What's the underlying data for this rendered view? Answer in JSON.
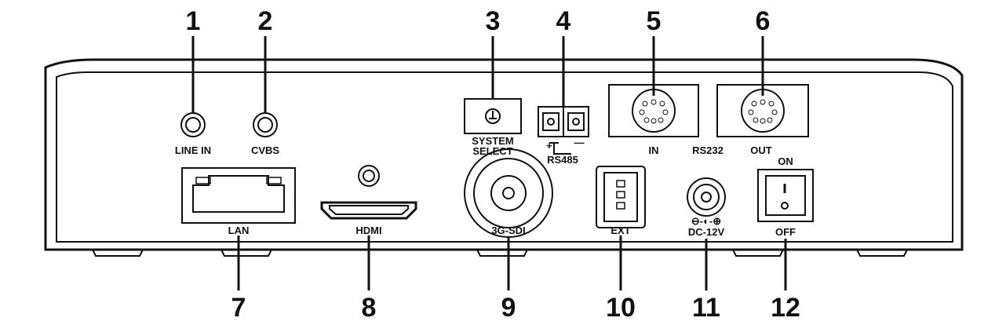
{
  "callouts": {
    "top": [
      "1",
      "2",
      "3",
      "4",
      "5",
      "6"
    ],
    "bottom": [
      "7",
      "8",
      "9",
      "10",
      "11",
      "12"
    ]
  },
  "labels": {
    "line_in": "LINE IN",
    "cvbs": "CVBS",
    "system_select_1": "SYSTEM",
    "system_select_2": "SELECT",
    "rs485": "RS485",
    "rs485_plus": "+",
    "rs485_minus": "—",
    "in": "IN",
    "rs232": "RS232",
    "out": "OUT",
    "on": "ON",
    "lan": "LAN",
    "hdmi": "HDMI",
    "sdi": "3G-SDI",
    "ext": "EXT",
    "dc_polarity": "⊖-◐-⊕",
    "dc": "DC-12V",
    "off": "OFF"
  }
}
